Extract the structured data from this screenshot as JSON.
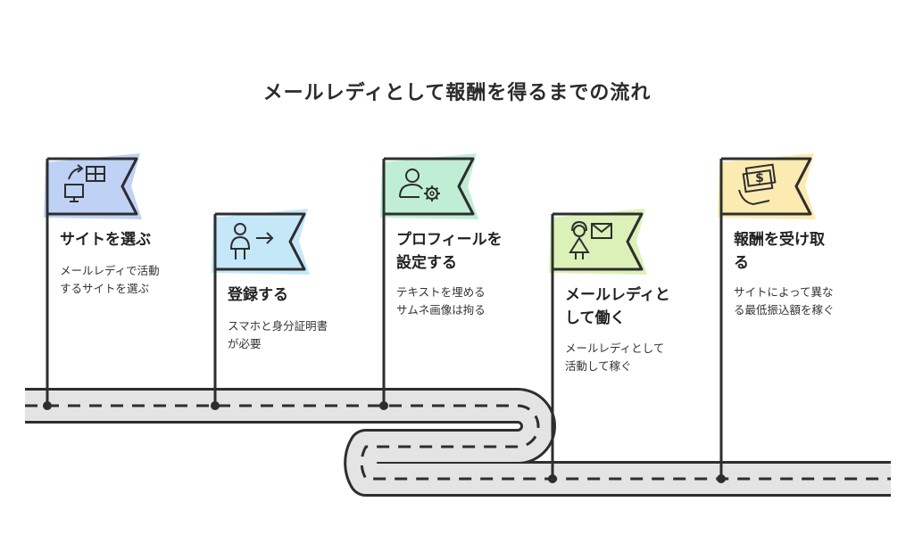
{
  "title": "メールレディとして報酬を得るまでの流れ",
  "steps": [
    {
      "title_lines": [
        "サイトを選ぶ"
      ],
      "desc_lines": [
        "メールレディで活動",
        "するサイトを選ぶ"
      ],
      "icon": "site-switch-icon",
      "color": "#b8cdf4"
    },
    {
      "title_lines": [
        "登録する"
      ],
      "desc_lines": [
        "スマホと身分証明書",
        "が必要"
      ],
      "icon": "person-arrow-icon",
      "color": "#bfe6f7"
    },
    {
      "title_lines": [
        "プロフィールを",
        "設定する"
      ],
      "desc_lines": [
        "テキストを埋める",
        "サムネ画像は拘る"
      ],
      "icon": "profile-gear-icon",
      "color": "#b9ecd0"
    },
    {
      "title_lines": [
        "メールレディと",
        "して働く"
      ],
      "desc_lines": [
        "メールレディとして",
        "活動して稼ぐ"
      ],
      "icon": "woman-mail-icon",
      "color": "#d8f0b0"
    },
    {
      "title_lines": [
        "報酬を受け取",
        "る"
      ],
      "desc_lines": [
        "サイトによって異な",
        "る最低振込額を稼ぐ"
      ],
      "icon": "money-hand-icon",
      "color": "#fbe9a8"
    }
  ],
  "colors": {
    "stroke": "#2e2e2e",
    "road": "#e4e4e4"
  }
}
